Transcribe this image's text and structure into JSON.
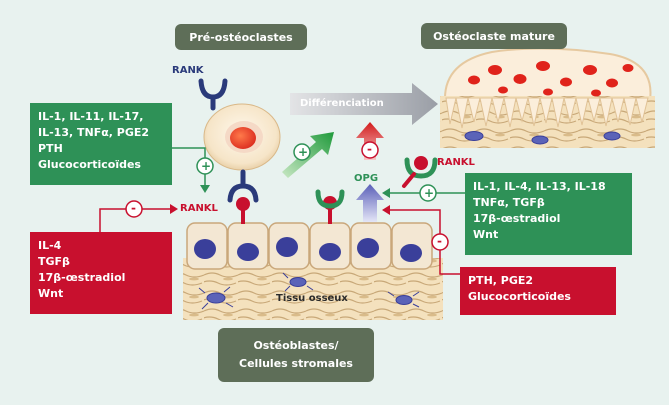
{
  "labels": {
    "pre_osteoclastes": "Pré-ostéoclastes",
    "osteoclaste_mature": "Ostéoclaste mature",
    "osteoblastes_line1": "Ostéoblastes/",
    "osteoblastes_line2": "Cellules stromales",
    "rank": "RANK",
    "rankl_left": "RANKL",
    "rankl_right": "RANKL",
    "opg": "OPG",
    "differenciation": "Différenciation",
    "tissu_osseux": "Tissu osseux"
  },
  "boxes": {
    "green_left": [
      "IL-1, IL-11, IL-17,",
      "IL-13, TNFα, PGE2",
      "PTH",
      "Glucocorticoïdes"
    ],
    "red_left": [
      "IL-4",
      "TGFβ",
      "17β-œstradiol",
      "Wnt"
    ],
    "green_right": [
      "IL-1, IL-4, IL-13, IL-18",
      "TNFα, TGFβ",
      "17β-œstradiol",
      "Wnt"
    ],
    "red_right": [
      "PTH, PGE2",
      "Glucocorticoïdes"
    ]
  },
  "signs": {
    "plus": "+",
    "minus": "-"
  },
  "colors": {
    "green": "#2e9157",
    "red": "#c8102e",
    "navy": "#2a3a7a",
    "gray_box": "#5e6e58",
    "background": "#e8f2ef"
  }
}
